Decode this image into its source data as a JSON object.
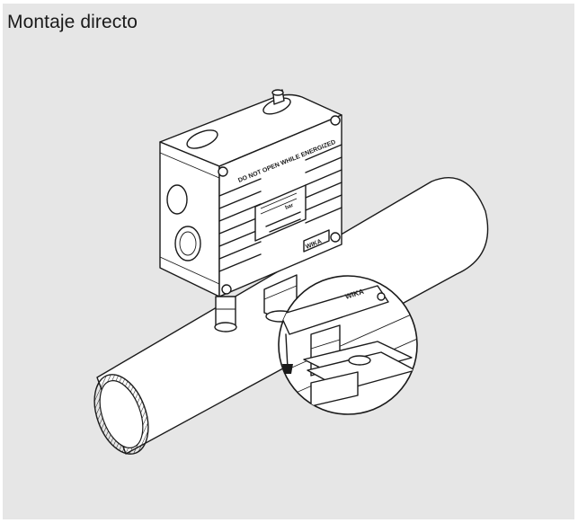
{
  "figure": {
    "title": "Montaje directo",
    "housing_warning": "DO NOT OPEN WHILE ENERGIZED",
    "brand": "WIKA",
    "scale_unit": "bar"
  },
  "colors": {
    "panel_background": "#e6e6e6",
    "ink": "#1a1a1a",
    "paper": "#ffffff"
  }
}
